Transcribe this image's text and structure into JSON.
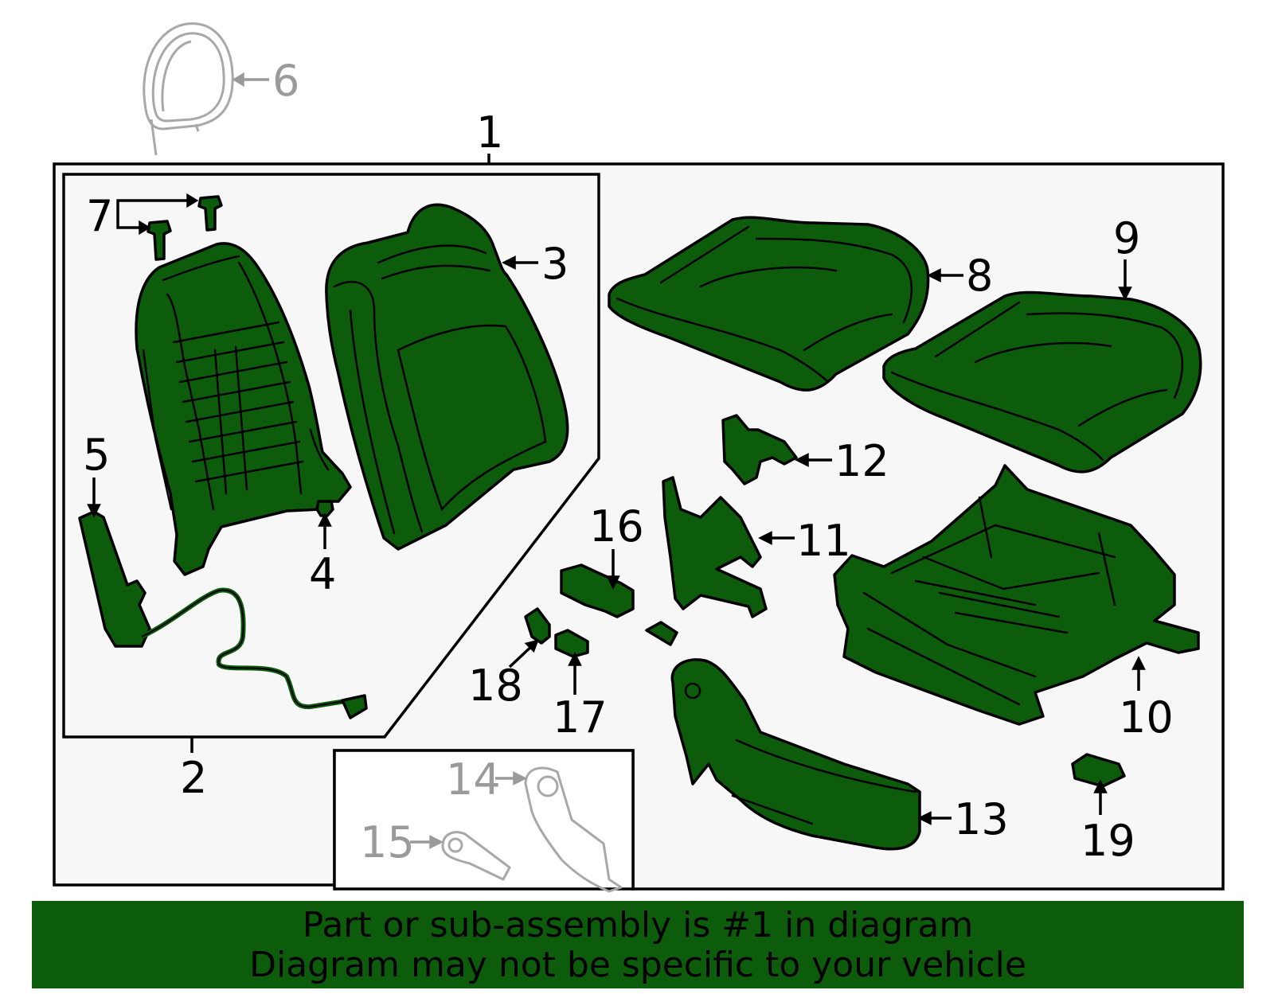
{
  "callouts": {
    "c1": "1",
    "c2": "2",
    "c3": "3",
    "c4": "4",
    "c5": "5",
    "c6": "6",
    "c7": "7",
    "c8": "8",
    "c9": "9",
    "c10": "10",
    "c11": "11",
    "c12": "12",
    "c13": "13",
    "c14": "14",
    "c15": "15",
    "c16": "16",
    "c17": "17",
    "c18": "18",
    "c19": "19"
  },
  "banner": {
    "line1": "Part or sub-assembly is #1 in diagram",
    "line2": "Diagram may not be specific to your vehicle"
  },
  "colors": {
    "highlight": "#0c5c0c",
    "outline": "#000000",
    "ghost": "#a8a8a8",
    "panel": "#f7f7f7"
  }
}
